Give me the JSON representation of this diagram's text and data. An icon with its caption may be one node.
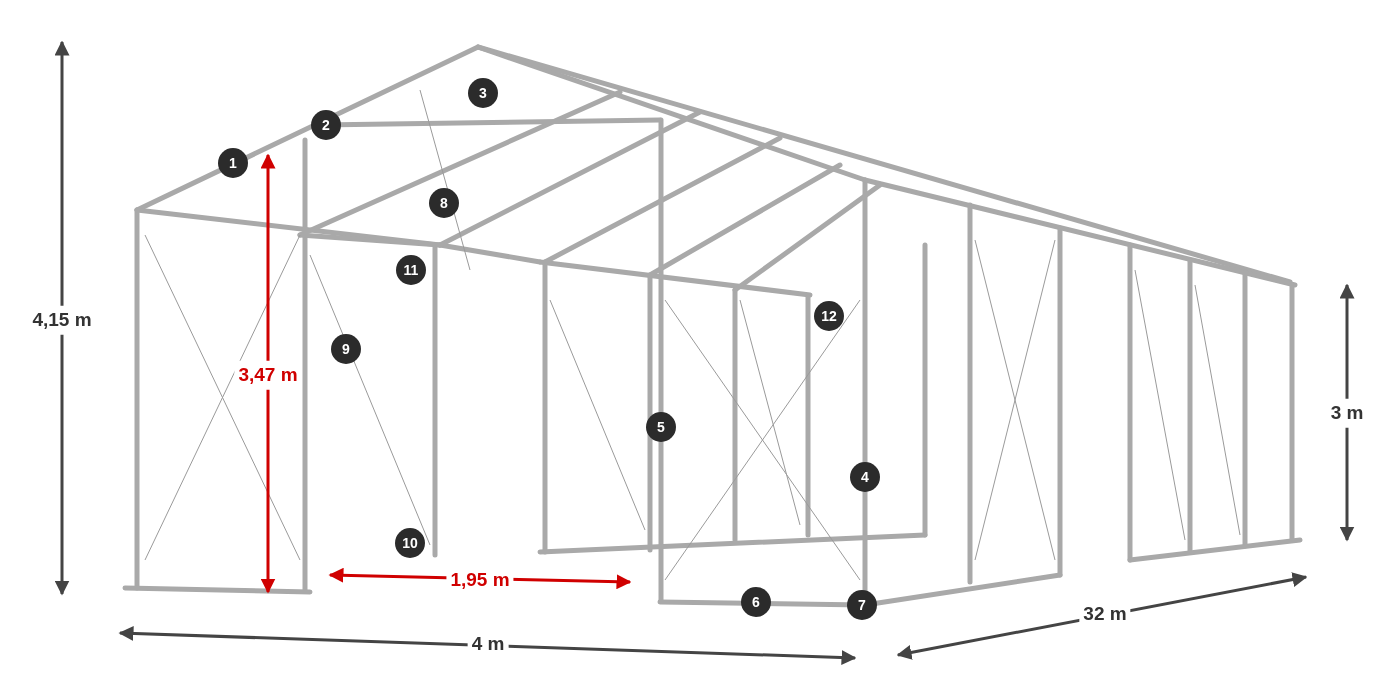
{
  "diagram": {
    "labels": [
      "3",
      "2",
      "1",
      "8",
      "11",
      "12",
      "4,15 m",
      "9",
      "3,47 m",
      "3 m",
      "5",
      "4",
      "10",
      "1,95 m",
      "6",
      "7",
      "32 m",
      "4 m"
    ]
  }
}
